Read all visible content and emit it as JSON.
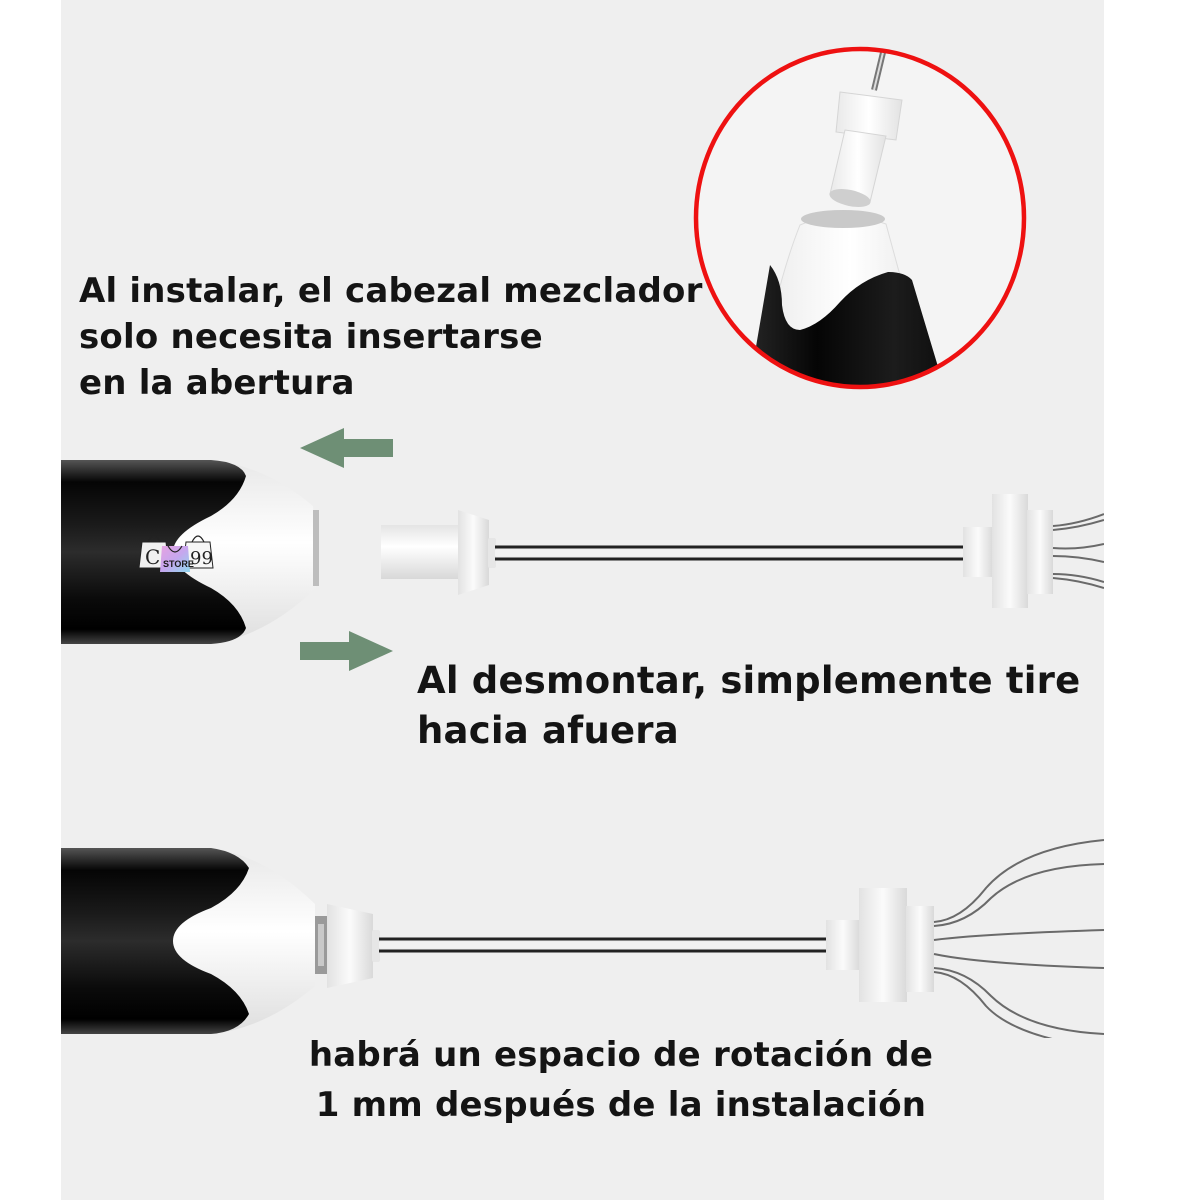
{
  "captions": {
    "install": {
      "lines": [
        "Al instalar, el cabezal mezclador",
        "solo necesita insertarse",
        "en la abertura"
      ]
    },
    "remove": {
      "lines": [
        "Al desmontar, simplemente tire",
        "hacia afuera"
      ]
    },
    "rotation": {
      "lines": [
        "habrá un espacio de rotación de",
        "1 mm después de la instalación"
      ]
    }
  },
  "watermark": {
    "left_letter": "C",
    "center_label": "STORE",
    "right_digits": "99"
  },
  "colors": {
    "panel_bg": "#efefef",
    "page_bg": "#ffffff",
    "arrow": "#6e8f75",
    "highlight_circle": "#ee1111",
    "handle_black": "#111111",
    "cap_white": "#f7f7f7",
    "text": "#141414"
  },
  "icons": {
    "arrow_left": "arrow-left-icon",
    "arrow_right": "arrow-right-icon",
    "shopping_bag": "shopping-bag-icon"
  }
}
